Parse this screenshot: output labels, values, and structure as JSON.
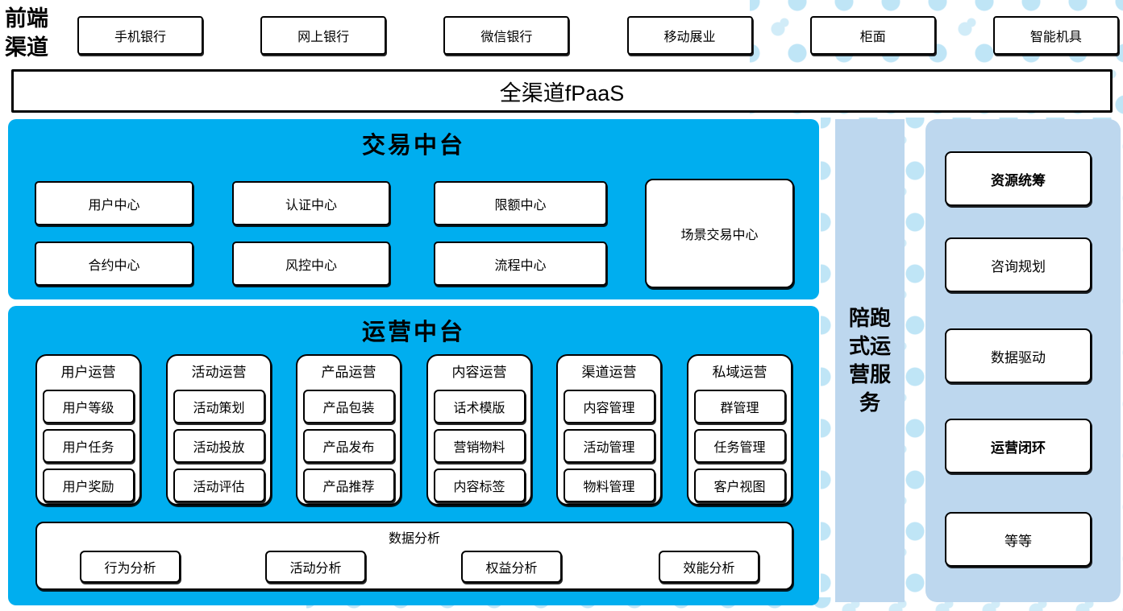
{
  "front_channel": {
    "label": "前端渠道",
    "channels": [
      "手机银行",
      "网上银行",
      "微信银行",
      "移动展业",
      "柜面",
      "智能机具"
    ]
  },
  "fpaas": {
    "label": "全渠道fPaaS"
  },
  "trade_platform": {
    "title": "交易中台",
    "row1": [
      "用户中心",
      "认证中心",
      "限额中心"
    ],
    "row2": [
      "合约中心",
      "风控中心",
      "流程中心"
    ],
    "scene_center": "场景交易中心"
  },
  "operation_platform": {
    "title": "运营中台",
    "groups": [
      {
        "label": "用户运营",
        "items": [
          "用户等级",
          "用户任务",
          "用户奖励"
        ]
      },
      {
        "label": "活动运营",
        "items": [
          "活动策划",
          "活动投放",
          "活动评估"
        ]
      },
      {
        "label": "产品运营",
        "items": [
          "产品包装",
          "产品发布",
          "产品推荐"
        ]
      },
      {
        "label": "内容运营",
        "items": [
          "话术模版",
          "营销物料",
          "内容标签"
        ]
      },
      {
        "label": "渠道运营",
        "items": [
          "内容管理",
          "活动管理",
          "物料管理"
        ]
      },
      {
        "label": "私域运营",
        "items": [
          "群管理",
          "任务管理",
          "客户视图"
        ]
      }
    ],
    "data_analysis": {
      "title": "数据分析",
      "items": [
        "行为分析",
        "活动分析",
        "权益分析",
        "效能分析"
      ]
    }
  },
  "side_service": {
    "label": "陪跑式运营服务"
  },
  "right_panel": {
    "items": [
      {
        "label": "资源统筹",
        "bold": true
      },
      {
        "label": "咨询规划",
        "bold": false
      },
      {
        "label": "数据驱动",
        "bold": false
      },
      {
        "label": "运营闭环",
        "bold": true
      },
      {
        "label": "等等",
        "bold": false
      }
    ]
  },
  "colors": {
    "accent_blue": "#00AEEF",
    "light_blue": "#BDD7EE",
    "dot_blue": "#CDEAF8",
    "dot_blue2": "#B9E3F6"
  }
}
